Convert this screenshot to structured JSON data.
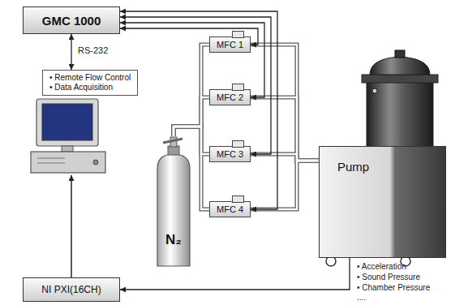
{
  "diagram": {
    "nodes": [
      {
        "text": [
          "GMC 1000"
        ]
      },
      {
        "text": [
          "• Remote Flow Control",
          "• Data Acquisition"
        ]
      },
      {
        "text": [
          "MFC 1"
        ]
      },
      {
        "text": [
          "MFC 2"
        ]
      },
      {
        "text": [
          "MFC 3"
        ]
      },
      {
        "text": [
          "MFC 4"
        ]
      },
      {
        "text": [
          "N₂"
        ]
      },
      {
        "text": [
          "Pump"
        ]
      },
      {
        "text": [
          "NI PXI(16CH)"
        ]
      }
    ],
    "edges": [
      {
        "from": 0,
        "to": 1,
        "label": "RS-232",
        "arrow": "both"
      },
      {
        "from": 0,
        "to": 2,
        "arrow": "both"
      },
      {
        "from": 0,
        "to": 3,
        "arrow": "both"
      },
      {
        "from": 0,
        "to": 4,
        "arrow": "both"
      },
      {
        "from": 0,
        "to": 5,
        "arrow": "both"
      },
      {
        "from": 6,
        "to": 2,
        "arrow": "none"
      },
      {
        "from": 6,
        "to": 3,
        "arrow": "none"
      },
      {
        "from": 6,
        "to": 4,
        "arrow": "none"
      },
      {
        "from": 6,
        "to": 5,
        "arrow": "none"
      },
      {
        "from": 2,
        "to": 7,
        "arrow": "none"
      },
      {
        "from": 3,
        "to": 7,
        "arrow": "none"
      },
      {
        "from": 4,
        "to": 7,
        "arrow": "none"
      },
      {
        "from": 5,
        "to": 7,
        "arrow": "none"
      },
      {
        "from": 7,
        "to": 8,
        "arrow": "to"
      }
    ],
    "labels": [
      "• Acceleration",
      "• Sound Pressure",
      "• Chamber Pressure",
      "...."
    ]
  }
}
